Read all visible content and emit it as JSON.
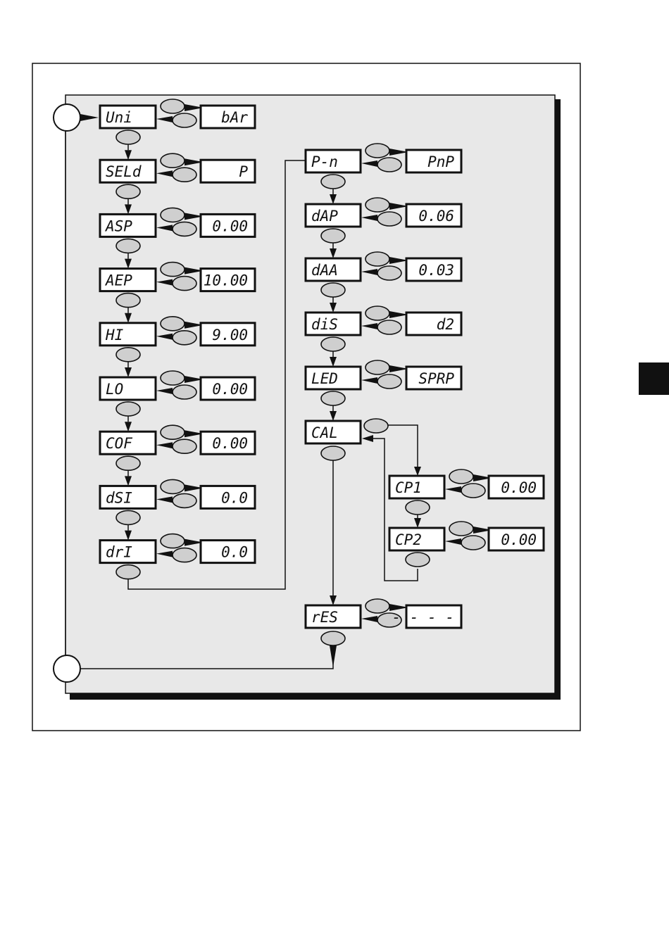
{
  "menu_left": [
    {
      "param": "Uni",
      "value": "bAr"
    },
    {
      "param": "SELd",
      "value": "P"
    },
    {
      "param": "ASP",
      "value": "0.00"
    },
    {
      "param": "AEP",
      "value": "10.00"
    },
    {
      "param": "HI",
      "value": "9.00"
    },
    {
      "param": "LO",
      "value": "0.00"
    },
    {
      "param": "COF",
      "value": "0.00"
    },
    {
      "param": "dSI",
      "value": "0.0"
    },
    {
      "param": "drI",
      "value": "0.0"
    }
  ],
  "menu_right": [
    {
      "param": "P-n",
      "value": "PnP"
    },
    {
      "param": "dAP",
      "value": "0.06"
    },
    {
      "param": "dAA",
      "value": "0.03"
    },
    {
      "param": "diS",
      "value": "d2"
    },
    {
      "param": "LED",
      "value": "SPRP"
    }
  ],
  "cal": {
    "param": "CAL"
  },
  "cal_sub": [
    {
      "param": "CP1",
      "value": "0.00"
    },
    {
      "param": "CP2",
      "value": "0.00"
    }
  ],
  "reset": {
    "param": "rES",
    "value": "- - - -"
  }
}
